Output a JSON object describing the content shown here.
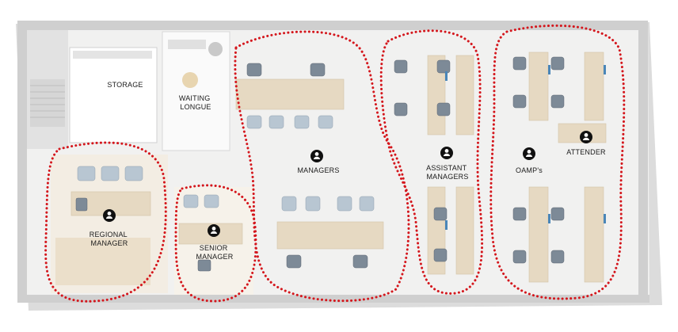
{
  "zones": [
    {
      "label_lines": [
        "REGIONAL",
        "MANAGER"
      ],
      "icon": "person-icon"
    },
    {
      "label_lines": [
        "SENIOR",
        "MANAGER"
      ],
      "icon": "person-icon"
    },
    {
      "label_lines": [
        "MANAGERS"
      ],
      "icon": "person-icon"
    },
    {
      "label_lines": [
        "ASSISTANT",
        "MANAGERS"
      ],
      "icon": "person-icon"
    },
    {
      "label_lines": [
        "OAMP's"
      ],
      "icon": "person-icon"
    },
    {
      "label_lines": [
        "ATTENDER"
      ],
      "icon": "person-icon"
    }
  ],
  "rooms": [
    {
      "label_lines": [
        "STORAGE"
      ]
    },
    {
      "label_lines": [
        "WAITING",
        "LONGUE"
      ]
    }
  ],
  "colors": {
    "zone_outline": "#d4161c",
    "icon_fill": "#111111"
  }
}
